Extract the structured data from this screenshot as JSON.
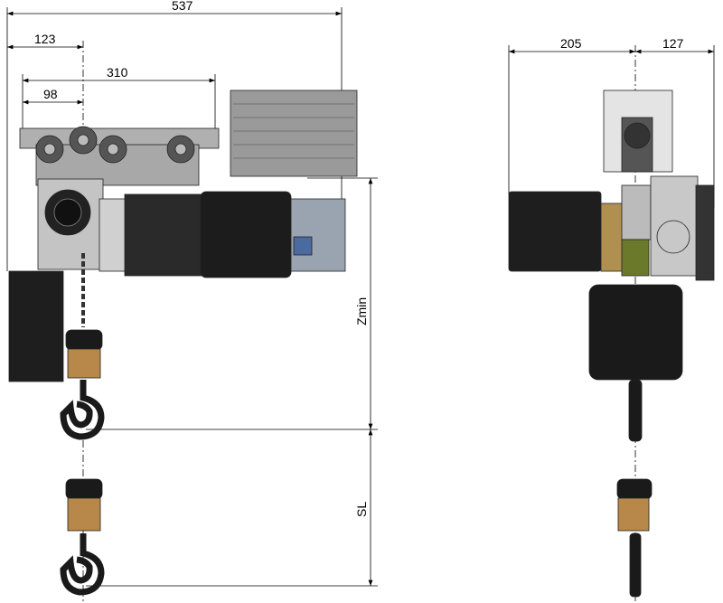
{
  "dimensions": {
    "overall_length": "537",
    "left_offset": "123",
    "trolley_width": "310",
    "trolley_offset": "98",
    "side_left": "205",
    "side_right": "127",
    "zmin": "Zmin",
    "sl": "SL"
  },
  "colors": {
    "dark": "#1a1a1a",
    "gray": "#8c8c8c",
    "light": "#c8c8c8",
    "brass": "#b8874a",
    "green": "#6b7a2a"
  }
}
